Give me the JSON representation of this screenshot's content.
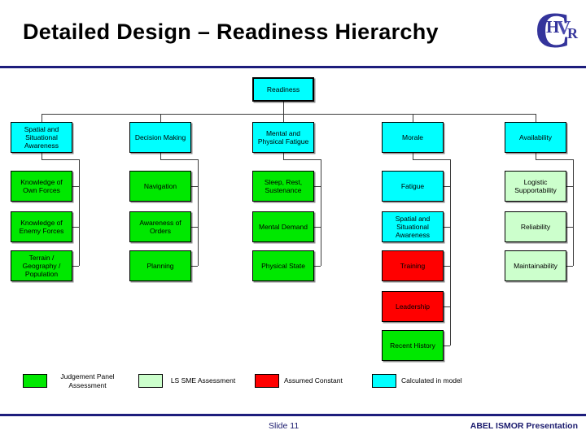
{
  "title": "Detailed Design – Readiness Hierarchy",
  "logo": {
    "c": "C",
    "letters": "HVR"
  },
  "colors": {
    "cyan": "#00ffff",
    "green": "#00e800",
    "palegreen": "#ccffcc",
    "red": "#ff0000",
    "rule_navy": "#1d1d7c",
    "footer_navy": "#1b1b6e"
  },
  "tree": {
    "root": {
      "label": "Readiness",
      "type": "cyan"
    },
    "columns": [
      {
        "header": {
          "label": "Spatial and Situational Awareness",
          "type": "cyan"
        },
        "children": [
          {
            "label": "Knowledge of Own Forces",
            "type": "green"
          },
          {
            "label": "Knowledge of Enemy Forces",
            "type": "green"
          },
          {
            "label": "Terrain / Geography / Population",
            "type": "green"
          }
        ]
      },
      {
        "header": {
          "label": "Decision Making",
          "type": "cyan"
        },
        "children": [
          {
            "label": "Navigation",
            "type": "green"
          },
          {
            "label": "Awareness of Orders",
            "type": "green"
          },
          {
            "label": "Planning",
            "type": "green"
          }
        ]
      },
      {
        "header": {
          "label": "Mental and Physical Fatigue",
          "type": "cyan"
        },
        "children": [
          {
            "label": "Sleep, Rest, Sustenance",
            "type": "green"
          },
          {
            "label": "Mental Demand",
            "type": "green"
          },
          {
            "label": "Physical State",
            "type": "green"
          }
        ]
      },
      {
        "header": {
          "label": "Morale",
          "type": "cyan"
        },
        "children": [
          {
            "label": "Fatigue",
            "type": "cyan"
          },
          {
            "label": "Spatial and Situational Awareness",
            "type": "cyan"
          },
          {
            "label": "Training",
            "type": "red"
          },
          {
            "label": "Leadership",
            "type": "red"
          },
          {
            "label": "Recent History",
            "type": "green"
          }
        ]
      },
      {
        "header": {
          "label": "Availability",
          "type": "cyan"
        },
        "children": [
          {
            "label": "Logistic Supportability",
            "type": "palegreen"
          },
          {
            "label": "Reliability",
            "type": "palegreen"
          },
          {
            "label": "Maintainability",
            "type": "palegreen"
          }
        ]
      }
    ]
  },
  "legend": {
    "items": [
      {
        "label": "Judgement Panel Assessment",
        "type": "green"
      },
      {
        "label": "LS SME Assessment",
        "type": "palegreen"
      },
      {
        "label": "Assumed Constant",
        "type": "red"
      },
      {
        "label": "Calculated in model",
        "type": "cyan"
      }
    ]
  },
  "footer": {
    "slide_number": "Slide 11",
    "right_text": "ABEL ISMOR Presentation"
  }
}
